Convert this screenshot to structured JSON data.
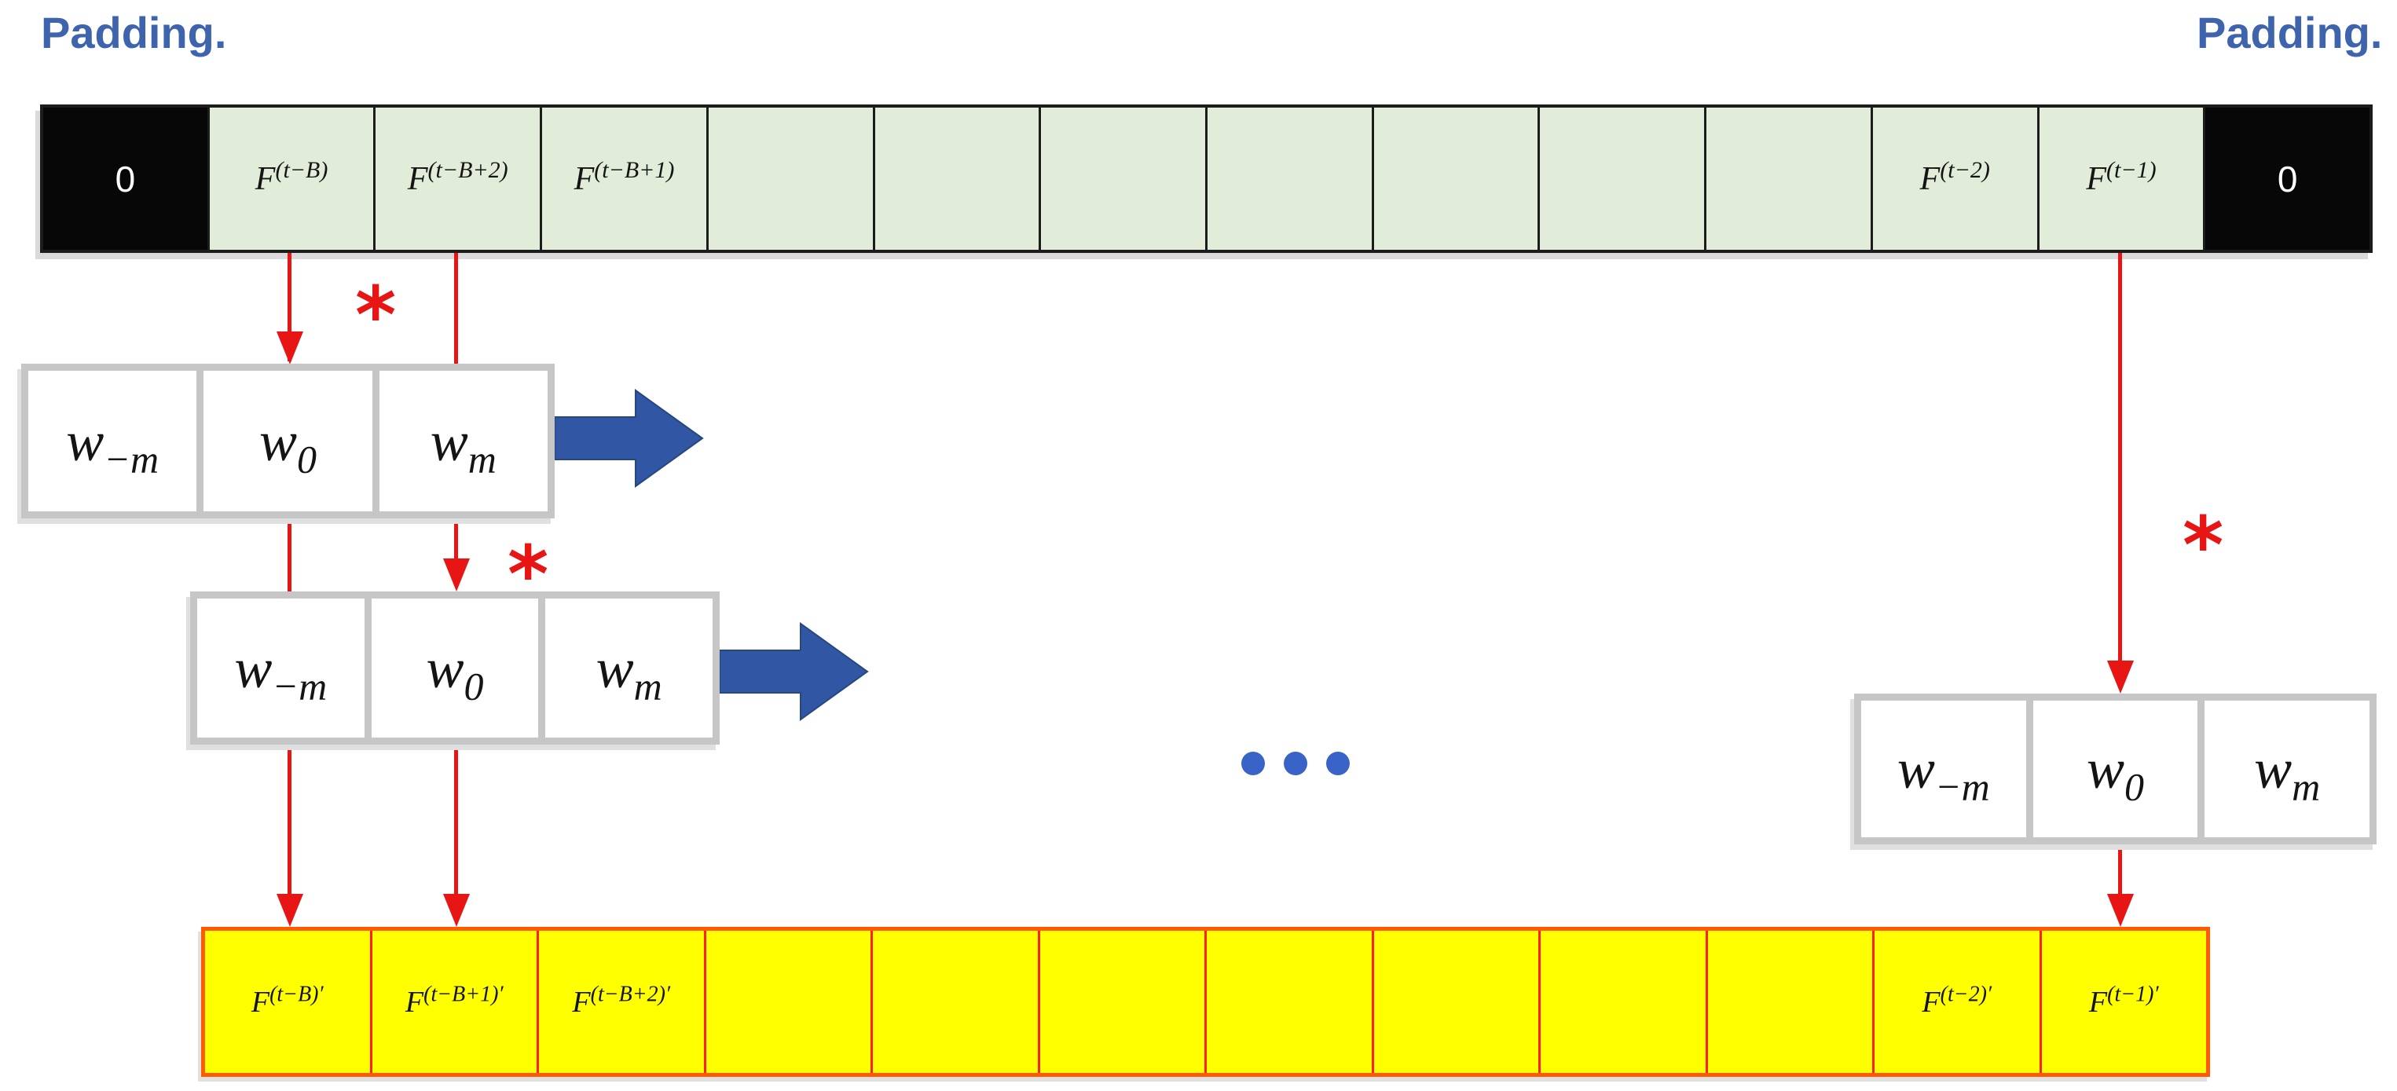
{
  "labels": {
    "padding_left": "Padding.",
    "padding_right": "Padding."
  },
  "symbols": {
    "asterisk": "*",
    "ellipsis_dot_count": 3
  },
  "input_row": {
    "cells": [
      {
        "type": "pad",
        "text": "0"
      },
      {
        "type": "feature",
        "base": "F",
        "sup": "(t−B)"
      },
      {
        "type": "feature",
        "base": "F",
        "sup": "(t−B+2)"
      },
      {
        "type": "feature",
        "base": "F",
        "sup": "(t−B+1)"
      },
      {
        "type": "feature",
        "base": "",
        "sup": ""
      },
      {
        "type": "feature",
        "base": "",
        "sup": ""
      },
      {
        "type": "feature",
        "base": "",
        "sup": ""
      },
      {
        "type": "feature",
        "base": "",
        "sup": ""
      },
      {
        "type": "feature",
        "base": "",
        "sup": ""
      },
      {
        "type": "feature",
        "base": "",
        "sup": ""
      },
      {
        "type": "feature",
        "base": "",
        "sup": ""
      },
      {
        "type": "feature",
        "base": "F",
        "sup": "(t−2)"
      },
      {
        "type": "feature",
        "base": "F",
        "sup": "(t−1)"
      },
      {
        "type": "pad",
        "text": "0"
      }
    ]
  },
  "kernel": {
    "cells": [
      {
        "base": "w",
        "sub": "−m"
      },
      {
        "base": "w",
        "sub": "0"
      },
      {
        "base": "w",
        "sub": "m"
      }
    ],
    "box_count": 3
  },
  "output_row": {
    "cells": [
      {
        "base": "F",
        "sup": "(t−B)′"
      },
      {
        "base": "F",
        "sup": "(t−B+1)′"
      },
      {
        "base": "F",
        "sup": "(t−B+2)′"
      },
      {
        "base": "",
        "sup": ""
      },
      {
        "base": "",
        "sup": ""
      },
      {
        "base": "",
        "sup": ""
      },
      {
        "base": "",
        "sup": ""
      },
      {
        "base": "",
        "sup": ""
      },
      {
        "base": "",
        "sup": ""
      },
      {
        "base": "",
        "sup": ""
      },
      {
        "base": "F",
        "sup": "(t−2)′"
      },
      {
        "base": "F",
        "sup": "(t−1)′"
      }
    ]
  },
  "colors": {
    "cell_green": "#e1ecd9",
    "pad_black": "#070707",
    "cell_border": "#1c1c1c",
    "kernel_border_gray": "#c6c6c6",
    "red": "#e81515",
    "arrow_blue": "#3056a4",
    "dots_blue": "#3a63c8",
    "padding_text_blue": "#3e64ae",
    "output_yellow": "#ffff00",
    "output_outline_orange": "#ff5a00",
    "output_divider_red": "#ff1f1f"
  }
}
